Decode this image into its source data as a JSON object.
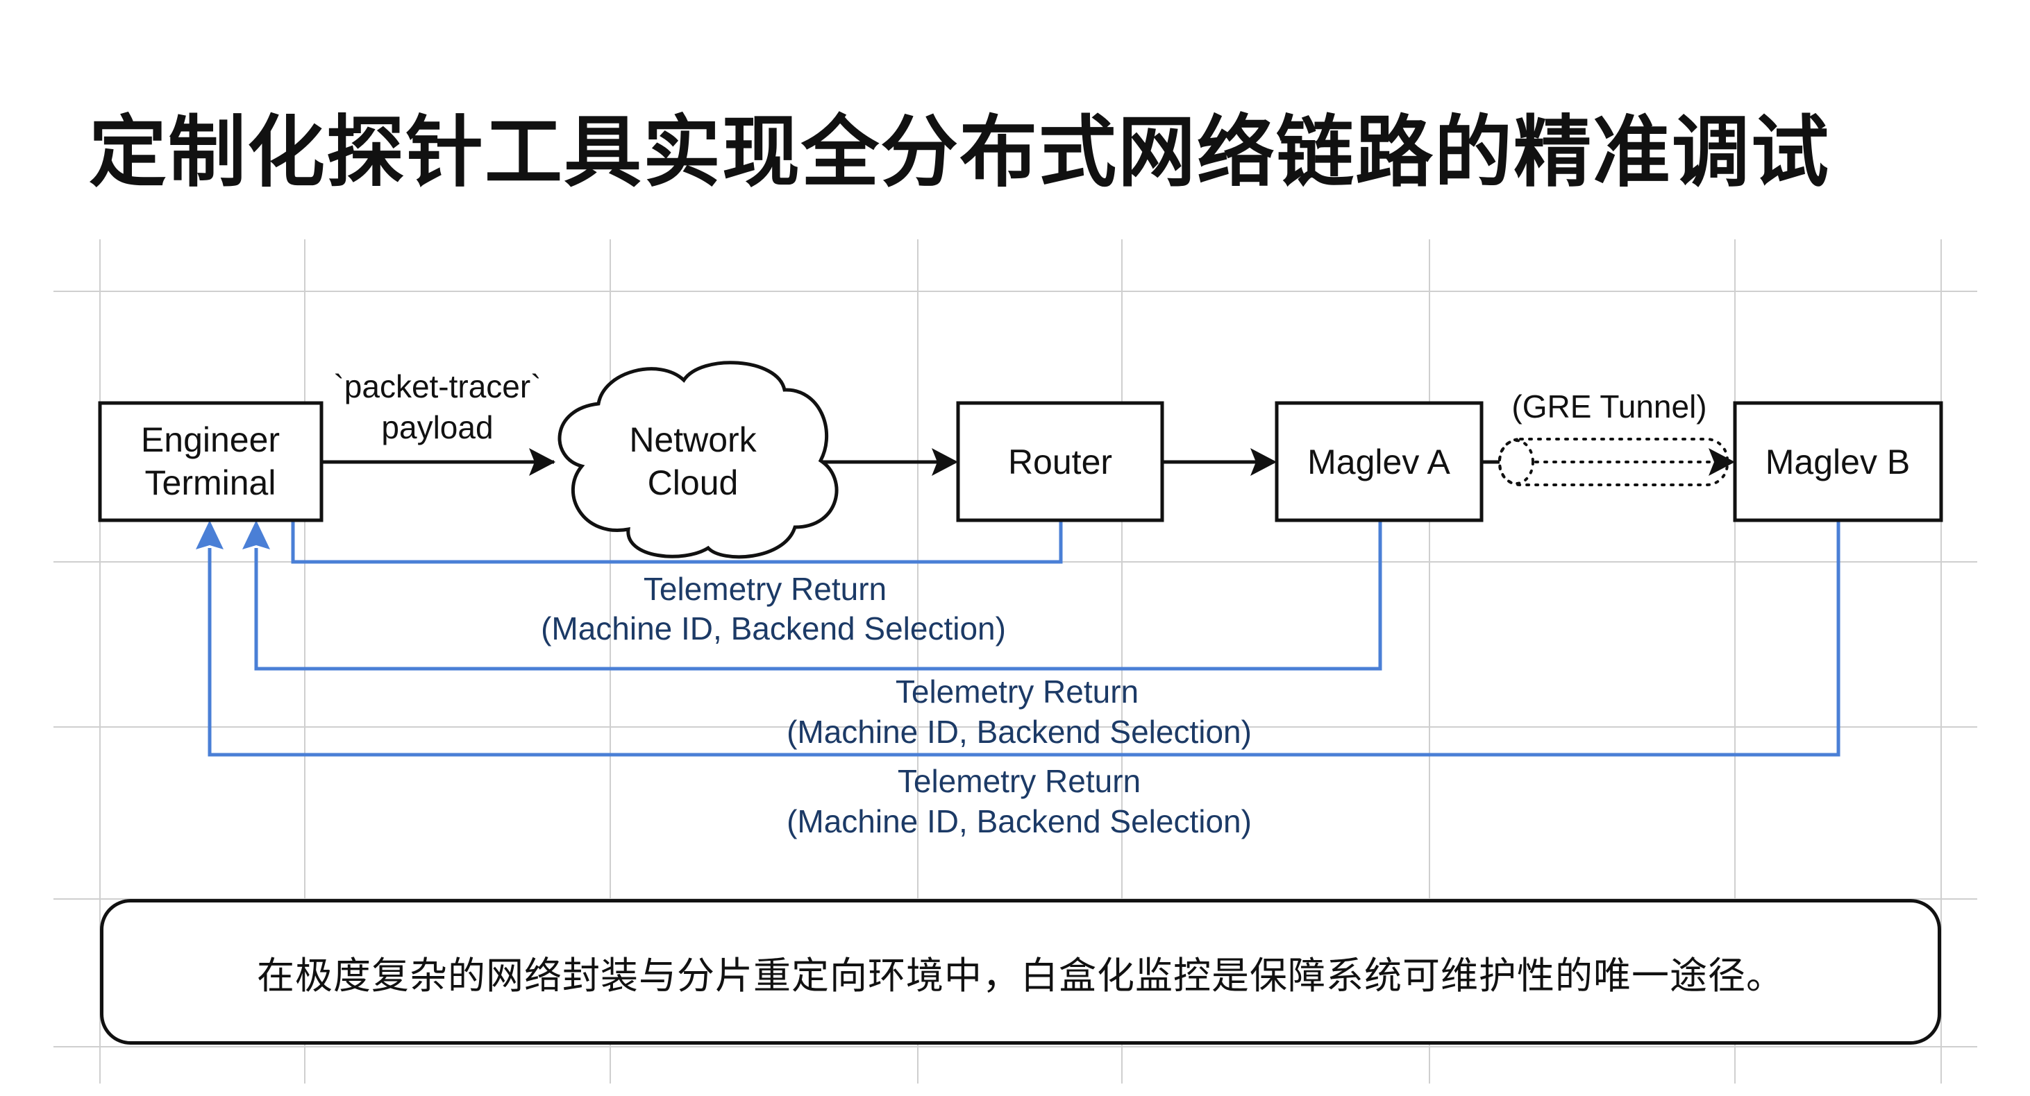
{
  "title": "定制化探针工具实现全分布式网络链路的精准调试",
  "nodes": {
    "engineer_terminal": {
      "line1": "Engineer",
      "line2": "Terminal"
    },
    "network_cloud": {
      "line1": "Network",
      "line2": "Cloud"
    },
    "router": {
      "label": "Router"
    },
    "maglev_a": {
      "label": "Maglev A"
    },
    "maglev_b": {
      "label": "Maglev B"
    }
  },
  "edges": {
    "payload": {
      "line1": "`packet-tracer`",
      "line2": "payload"
    },
    "tunnel": {
      "label": "(GRE Tunnel)"
    }
  },
  "telemetry": [
    {
      "from": "Router",
      "line1": "Telemetry Return",
      "line2": "(Machine ID, Backend Selection)"
    },
    {
      "from": "Maglev A",
      "line1": "Telemetry Return",
      "line2": "(Machine ID, Backend Selection)"
    },
    {
      "from": "Maglev B",
      "line1": "Telemetry Return",
      "line2": "(Machine ID, Backend Selection)"
    }
  ],
  "colors": {
    "telemetry_line": "#4a7fd6",
    "telemetry_text": "#1c3a66",
    "stroke": "#111111",
    "grid": "#cfcfcf"
  },
  "conclusion": "在极度复杂的网络封装与分片重定向环境中，白盒化监控是保障系统可维护性的唯一途径。"
}
